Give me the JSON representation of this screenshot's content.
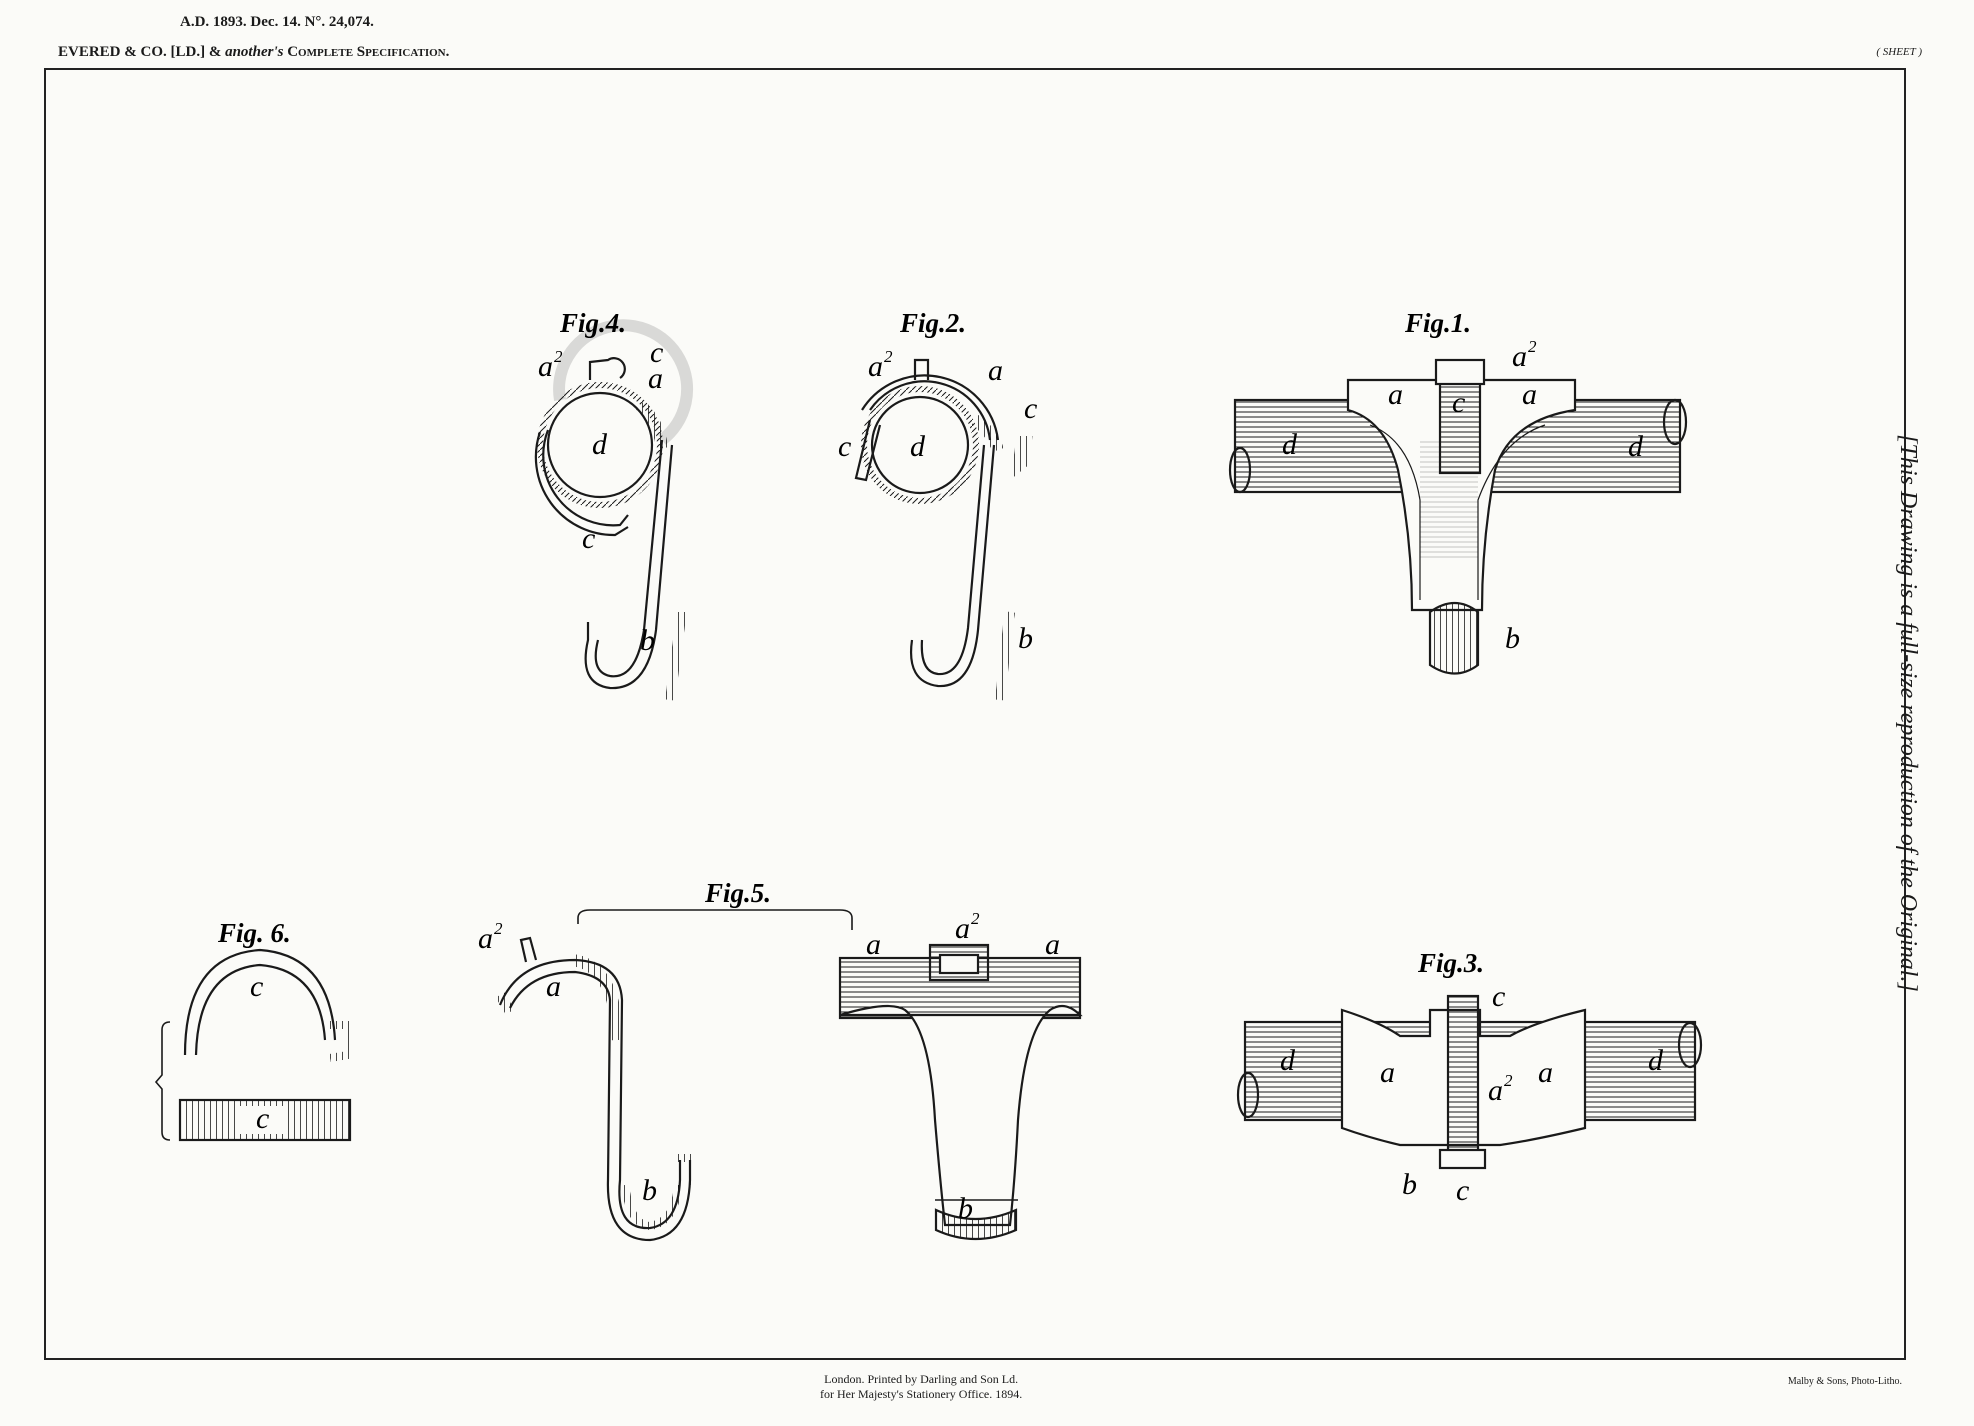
{
  "header": {
    "line1": "A.D. 1893. Dec. 14. N°. 24,074.",
    "line2_prefix": "EVERED & CO. [LD.] &",
    "line2_italic": "another's",
    "line2_suffix": "Complete Specification.",
    "sheet": "( SHEET )"
  },
  "figures": {
    "fig1": "Fig.1.",
    "fig2": "Fig.2.",
    "fig3": "Fig.3.",
    "fig4": "Fig.4.",
    "fig5": "Fig.5.",
    "fig6": "Fig. 6."
  },
  "labels": {
    "a": "a",
    "b": "b",
    "c": "c",
    "d": "d",
    "a2_base": "a",
    "a2_sup": "2"
  },
  "side_note": "[This Drawing is a full-size reproduction of the Original.]",
  "footer": {
    "printer_line1": "London. Printed by Darling and Son Ld.",
    "printer_line2": "for Her Majesty's Stationery Office. 1894.",
    "lithographer": "Malby & Sons, Photo-Litho."
  },
  "colors": {
    "ink": "#1a1a1a",
    "paper": "#fbfbf8"
  }
}
